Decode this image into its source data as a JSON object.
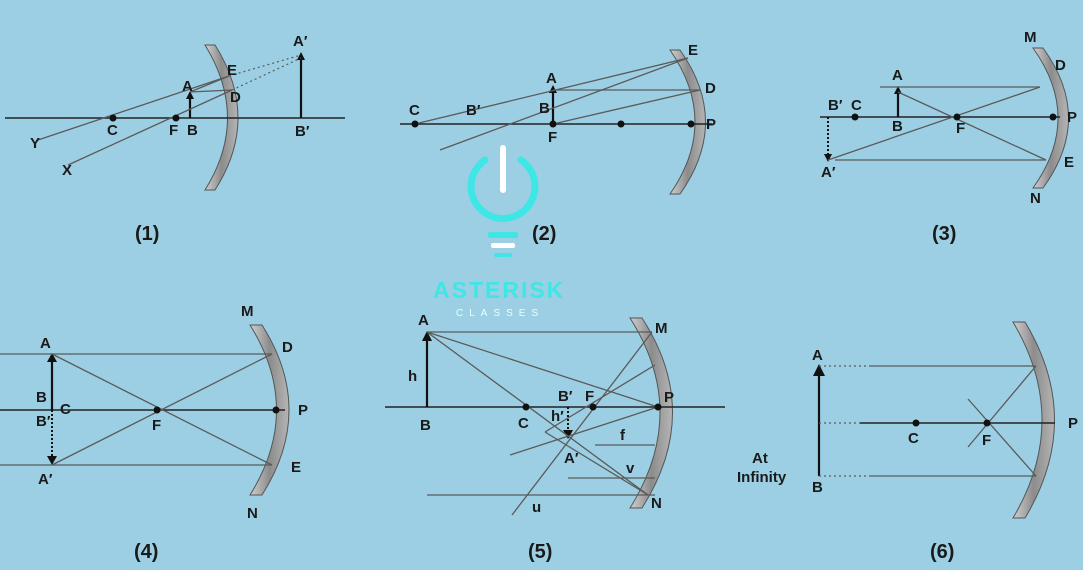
{
  "colors": {
    "background": "#9ccfe3",
    "mirror": "#9a9a9a",
    "ray": "#5a5a5a",
    "brand": "#3fe6e6"
  },
  "brand": {
    "name": "ASTERISK",
    "tagline": "CLASSES",
    "icon": "bulb-power-icon"
  },
  "figures": [
    {
      "caption": "(1)",
      "labels": {
        "A": "A",
        "B": "B",
        "F": "F",
        "C": "C",
        "D": "D",
        "E": "E",
        "A2": "A′",
        "B2": "B′",
        "X": "X",
        "Y": "Y"
      }
    },
    {
      "caption": "(2)",
      "labels": {
        "A": "A",
        "B": "B",
        "B2": "B′",
        "C": "C",
        "F": "F",
        "P": "P",
        "D": "D",
        "E": "E"
      }
    },
    {
      "caption": "(3)",
      "labels": {
        "A": "A",
        "B": "B",
        "B2": "B′",
        "C": "C",
        "F": "F",
        "A2": "A′",
        "M": "M",
        "D": "D",
        "P": "P",
        "E": "E",
        "N": "N"
      }
    },
    {
      "caption": "(4)",
      "labels": {
        "A": "A",
        "B": "B",
        "B2": "B′",
        "C": "C",
        "F": "F",
        "A2": "A′",
        "M": "M",
        "D": "D",
        "P": "P",
        "E": "E",
        "N": "N"
      }
    },
    {
      "caption": "(5)",
      "labels": {
        "A": "A",
        "B": "B",
        "h": "h",
        "C": "C",
        "B2": "B′",
        "F": "F",
        "h2": "h′",
        "A2": "A′",
        "M": "M",
        "P": "P",
        "N": "N",
        "f": "f",
        "v": "v",
        "u": "u"
      }
    },
    {
      "caption": "(6)",
      "labels": {
        "A": "A",
        "B": "B",
        "at": "At",
        "infinity": "Infinity",
        "C": "C",
        "F": "F",
        "P": "P"
      }
    }
  ]
}
